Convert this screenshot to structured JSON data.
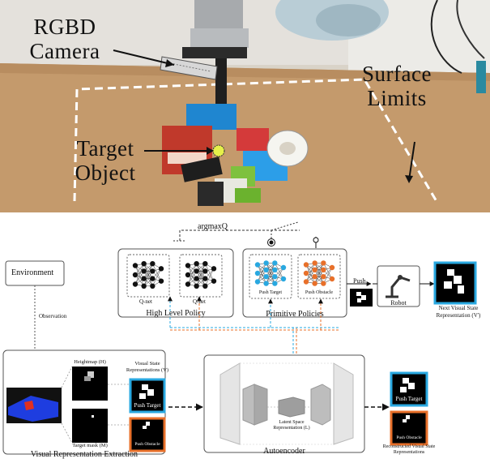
{
  "photo": {
    "labels": {
      "camera": "RGBD Camera",
      "surface": "Surface Limits",
      "target": "Target Object"
    }
  },
  "diagram": {
    "argmax": "argmaxQ",
    "environment": "Environment",
    "observation": "Observation",
    "high_level": {
      "title": "High Level Policy",
      "qnet1": "Q-net",
      "qnet2": "Q-net"
    },
    "primitives": {
      "title": "Primitive Policies",
      "push_target": "Push Target",
      "push_obstacle": "Push Obstacle"
    },
    "push_label": "Push",
    "robot_label": "Robot",
    "next_state": "Next Visual State Representation (V')",
    "extraction": {
      "title": "Visual Representation Extraction",
      "heightmap": "Heightmap (H)",
      "target_mask": "Target mask (M)",
      "visual_state": "Visual State Representations (V)",
      "push_target": "Push Target",
      "push_obstacle": "Push Obstacle"
    },
    "autoencoder": {
      "title": "Autoencoder",
      "latent": "Latent Space Representation (L)"
    },
    "reconstructed": {
      "label": "Reconstructed Visual State Representations",
      "push_target": "Push Target",
      "push_obstacle": "Push Obstacle"
    },
    "colors": {
      "blue": "#29a8e0",
      "orange": "#e8702a"
    }
  }
}
